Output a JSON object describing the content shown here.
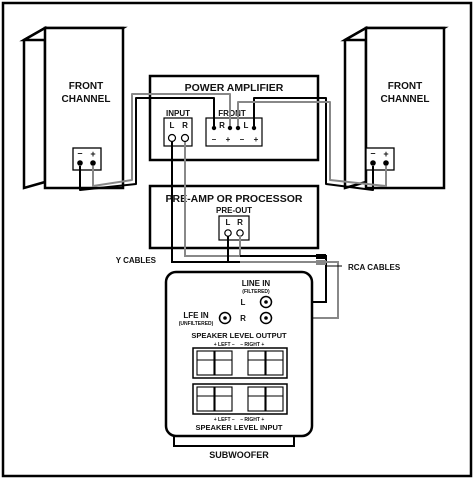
{
  "speakers": {
    "left": {
      "label_line1": "FRONT",
      "label_line2": "CHANNEL"
    },
    "right": {
      "label_line1": "FRONT",
      "label_line2": "CHANNEL"
    },
    "terminal_neg": "–",
    "terminal_pos": "+"
  },
  "power_amp": {
    "title": "POWER AMPLIFIER",
    "input_label": "INPUT",
    "input_l": "L",
    "input_r": "R",
    "front_label": "FRONT",
    "front_r": "R",
    "front_l": "L",
    "front_signs": [
      "–",
      "+",
      "–",
      "+"
    ]
  },
  "preamp": {
    "title": "PRE-AMP OR PROCESSOR",
    "preout_label": "PRE-OUT",
    "preout_l": "L",
    "preout_r": "R"
  },
  "cables": {
    "y_cables": "Y CABLES",
    "rca_cables": "RCA CABLES"
  },
  "subwoofer": {
    "line_in": "LINE IN",
    "line_in_sub": "(FILTERED)",
    "line_in_l": "L",
    "line_in_r": "R",
    "lfe_in": "LFE IN",
    "lfe_in_sub": "(UNFILTERED)",
    "speaker_out": "SPEAKER LEVEL OUTPUT",
    "out_channels": "+ LEFT –    – RIGHT +",
    "in_channels": "+ LEFT –    – RIGHT +",
    "speaker_in": "SPEAKER LEVEL INPUT",
    "name": "SUBWOOFER"
  }
}
